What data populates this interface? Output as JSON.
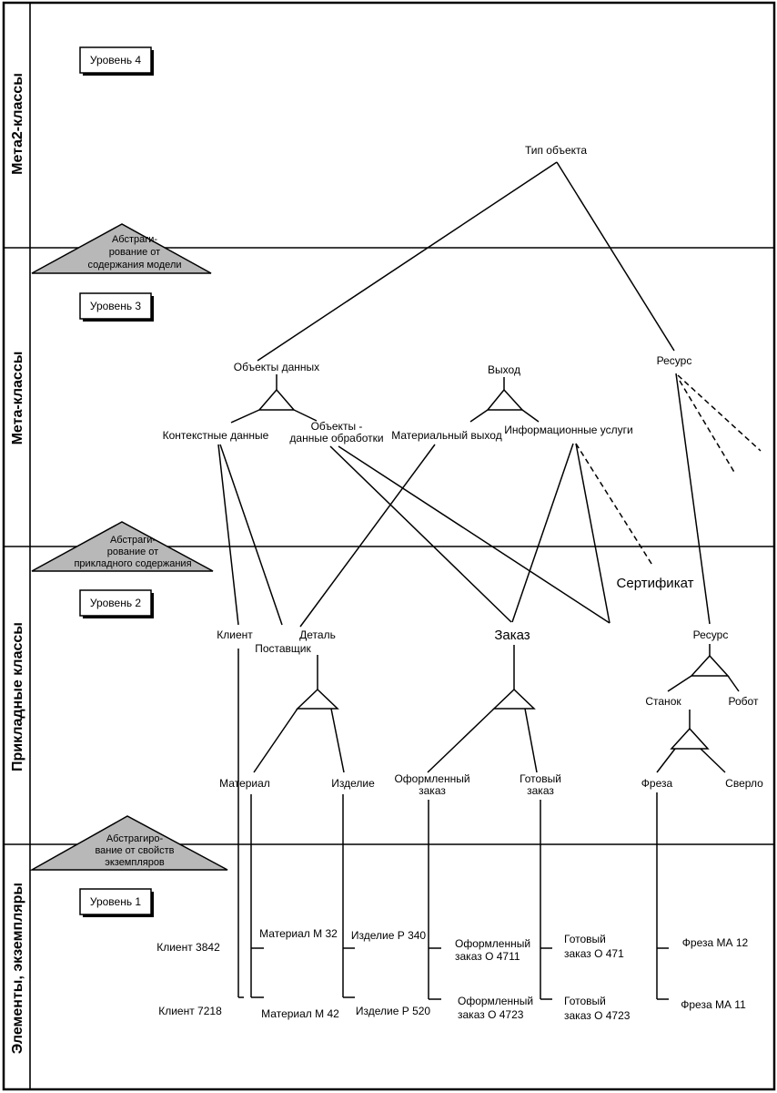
{
  "bands": {
    "meta2": "Мета2-классы",
    "meta": "Мета-классы",
    "applied": "Прикладные классы",
    "instances": "Элементы, экземпляры"
  },
  "levels": {
    "level4": "Уровень 4",
    "level3": "Уровень 3",
    "level2": "Уровень 2",
    "level1": "Уровень 1"
  },
  "abstractions": {
    "model": [
      "Абстраги-",
      "рование от",
      "содержания модели"
    ],
    "applied": [
      "Абстраги-",
      "рование от",
      "прикладного содержания"
    ],
    "instances": [
      "Абстрагиро-",
      "вание от свойств",
      "экземпляров"
    ]
  },
  "meta2_classes": {
    "object_type": "Тип объекта"
  },
  "meta_classes": {
    "data_objects": "Объекты данных",
    "output": "Выход",
    "resource": "Ресурс",
    "context_data": "Контекстные данные",
    "processing_data": [
      "Объекты -",
      "данные обработки"
    ],
    "material_output": "Материальный выход",
    "info_services": "Информационные услуги"
  },
  "applied_classes": {
    "certificate": "Сертификат",
    "client": "Клиент",
    "part": "Деталь",
    "supplier": "Поставщик",
    "order": "Заказ",
    "resource": "Ресурс",
    "machine": "Станок",
    "robot": "Робот",
    "material": "Материал",
    "product": "Изделие",
    "placed_order": [
      "Оформленный",
      "заказ"
    ],
    "ready_order": [
      "Готовый",
      "заказ"
    ],
    "mill": "Фреза",
    "drill": "Сверло"
  },
  "instances": {
    "client_3842": "Клиент 3842",
    "client_7218": "Клиент 7218",
    "material_m32": "Материал М 32",
    "material_m42": "Материал М 42",
    "product_p340": "Изделие Р 340",
    "product_p520": "Изделие Р 520",
    "placed_4711": [
      "Оформленный",
      "заказ О 4711"
    ],
    "placed_4723": [
      "Оформленный",
      "заказ О 4723"
    ],
    "ready_471": [
      "Готовый",
      "заказ О 471"
    ],
    "ready_4723": [
      "Готовый",
      "заказ О 4723"
    ],
    "mill_ma12": "Фреза МА 12",
    "mill_ma11": "Фреза МА 11"
  },
  "colors": {
    "abstraction_fill": "#b8b8b8",
    "line": "#000000",
    "background": "#ffffff"
  }
}
